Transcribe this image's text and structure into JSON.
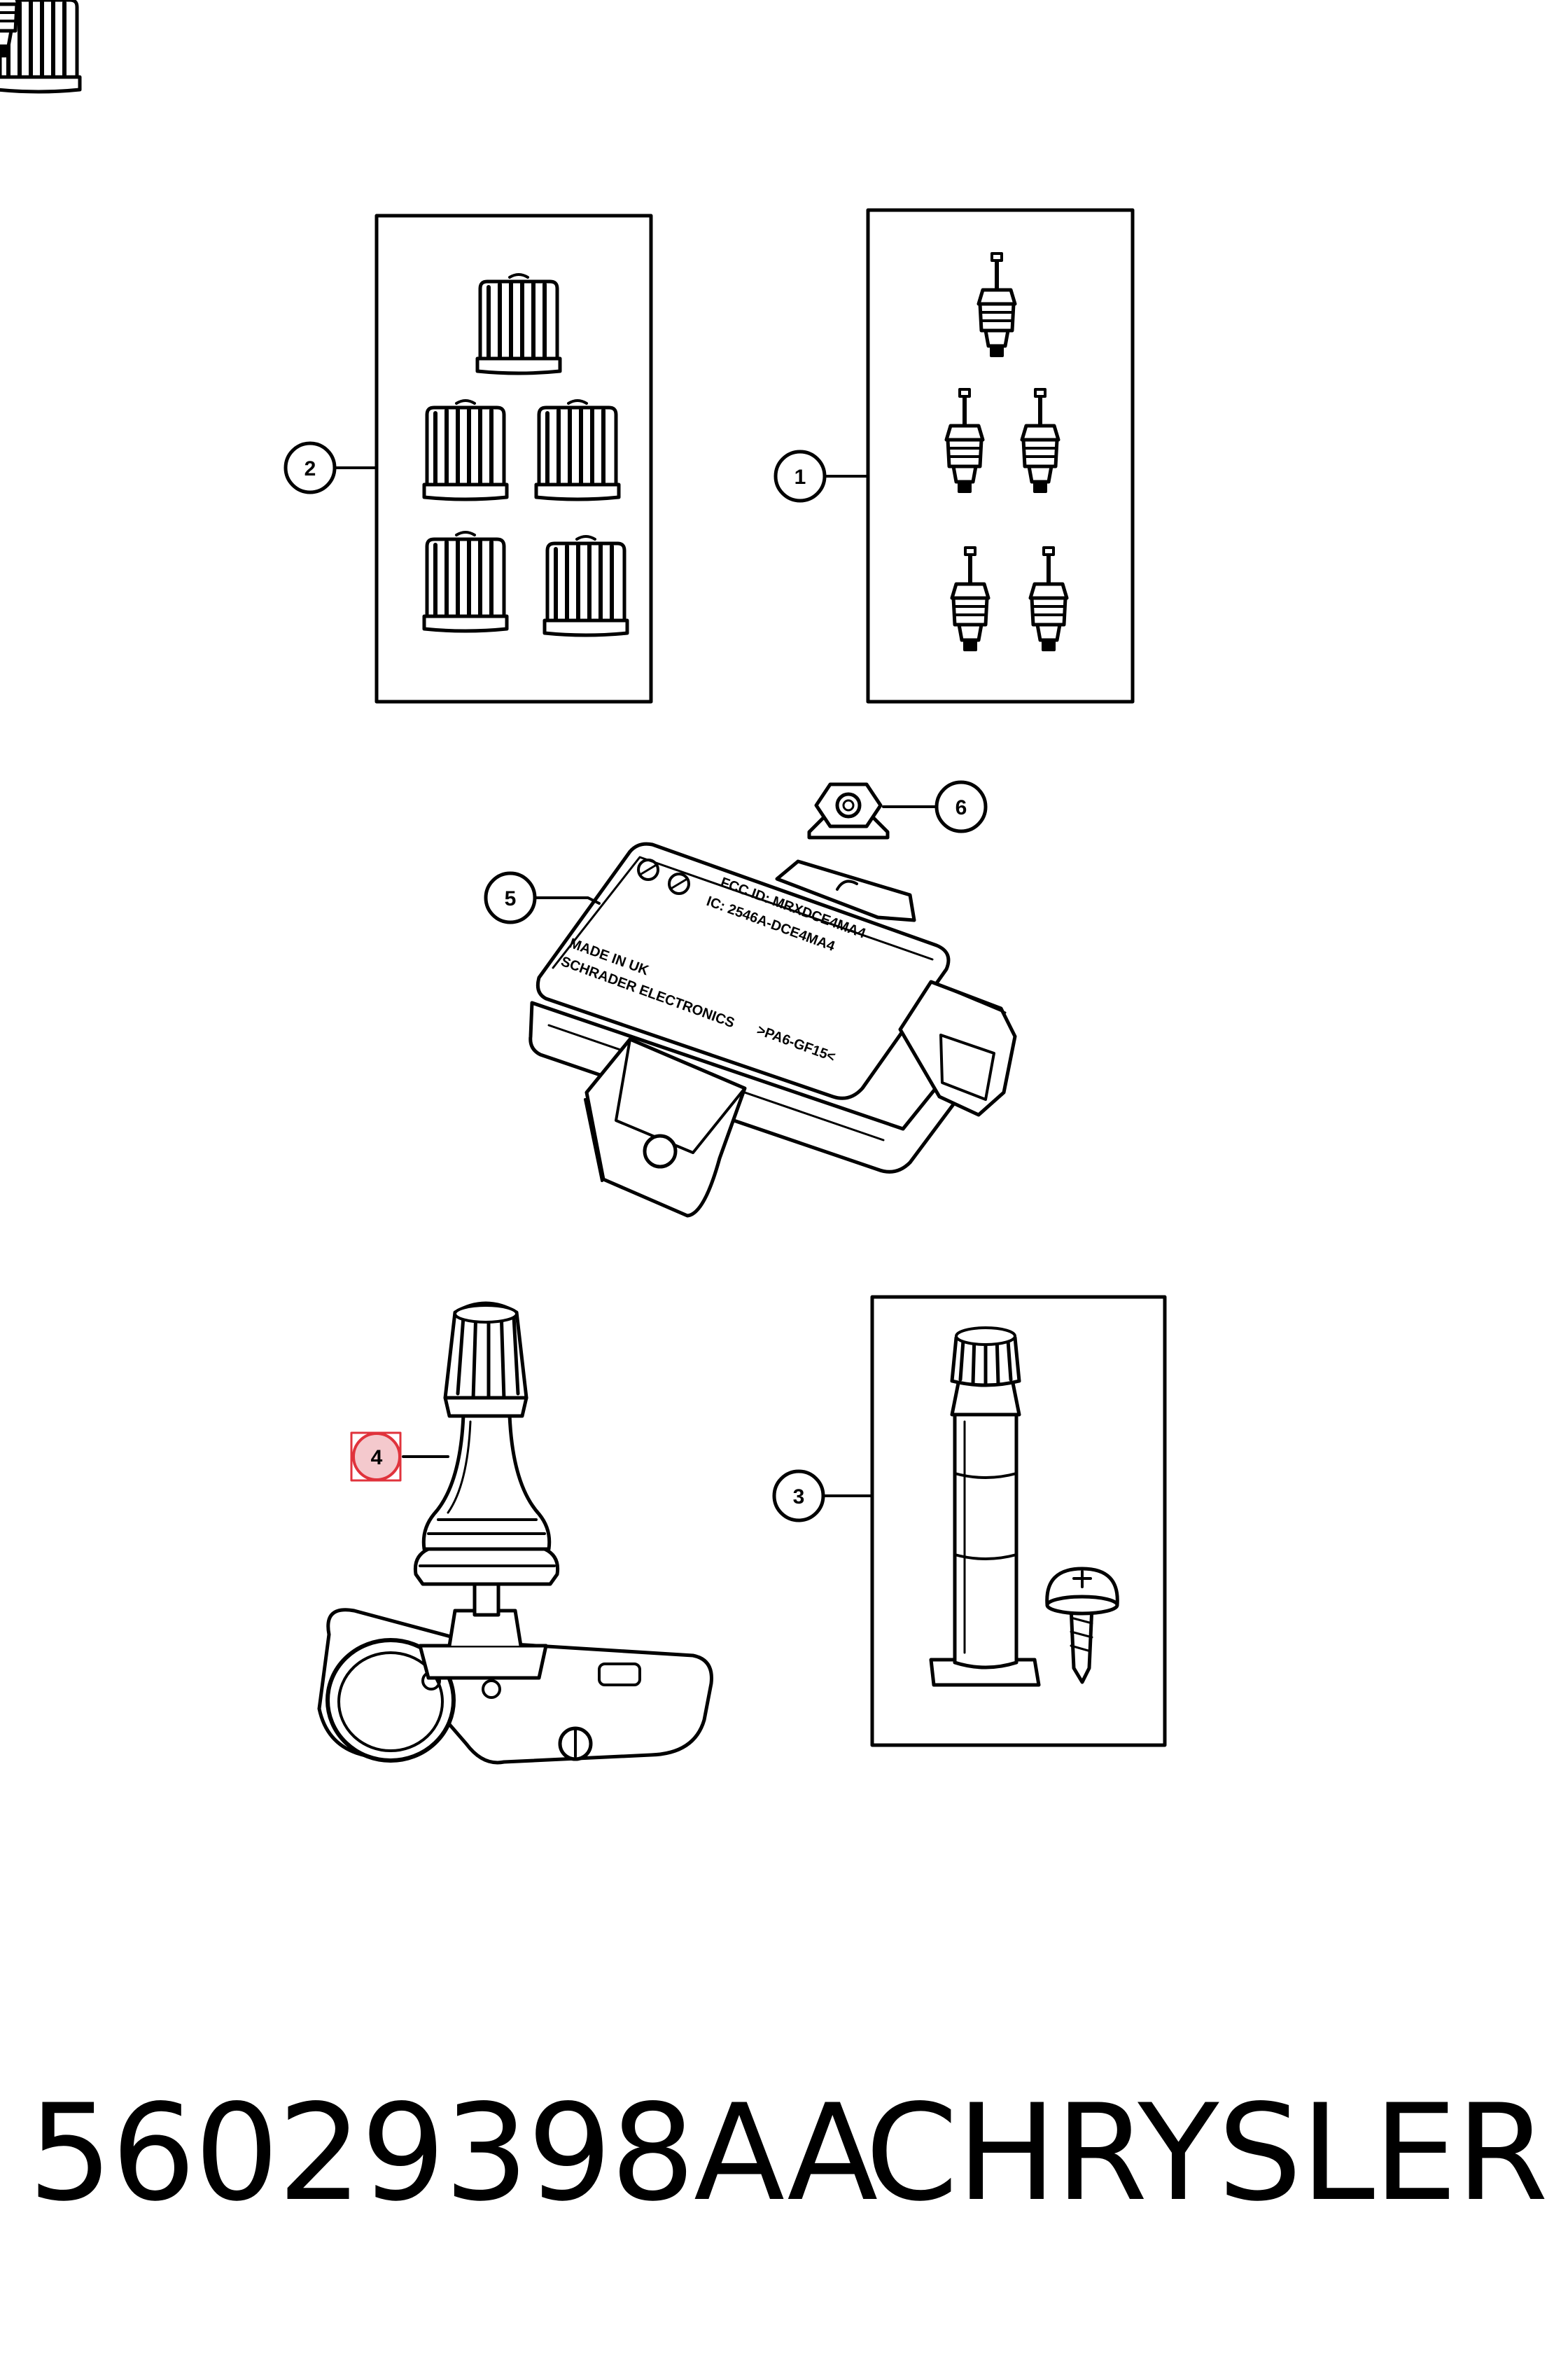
{
  "callouts": [
    {
      "label": "1"
    },
    {
      "label": "2"
    },
    {
      "label": "3"
    },
    {
      "label": "4"
    },
    {
      "label": "5"
    },
    {
      "label": "6"
    }
  ],
  "module_text": {
    "fcc_id": "FCC ID: MRXDCE4MA4",
    "ic": "IC: 2546A-DCE4MA4",
    "made_in": "MADE IN UK",
    "maker": "SCHRADER ELECTRONICS",
    "material": ">PA6-GF15<"
  },
  "footer": {
    "part_number": "56029398AA",
    "brand": "CHRYSLER"
  },
  "highlight_color": "#e0333c"
}
